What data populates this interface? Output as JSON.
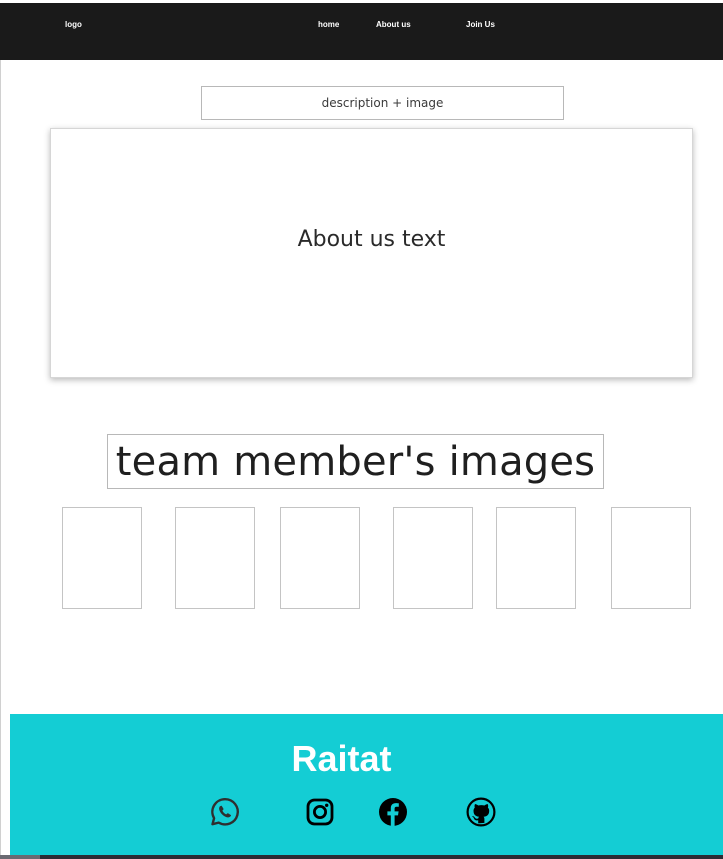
{
  "nav": {
    "logo": "logo",
    "home": "home",
    "about": "About us",
    "join": "Join Us"
  },
  "description_box": "description + image",
  "about_text": "About us text",
  "team_heading": "team member's images",
  "team_members": [
    {
      "slot": 1
    },
    {
      "slot": 2
    },
    {
      "slot": 3
    },
    {
      "slot": 4
    },
    {
      "slot": 5
    },
    {
      "slot": 6
    }
  ],
  "footer": {
    "brand": "Raitat",
    "social_icons": [
      "whatsapp-icon",
      "instagram-icon",
      "facebook-icon",
      "github-icon"
    ]
  },
  "colors": {
    "navbar": "#1a1a1a",
    "footer": "#14cdd4",
    "text_light": "#ffffff"
  }
}
